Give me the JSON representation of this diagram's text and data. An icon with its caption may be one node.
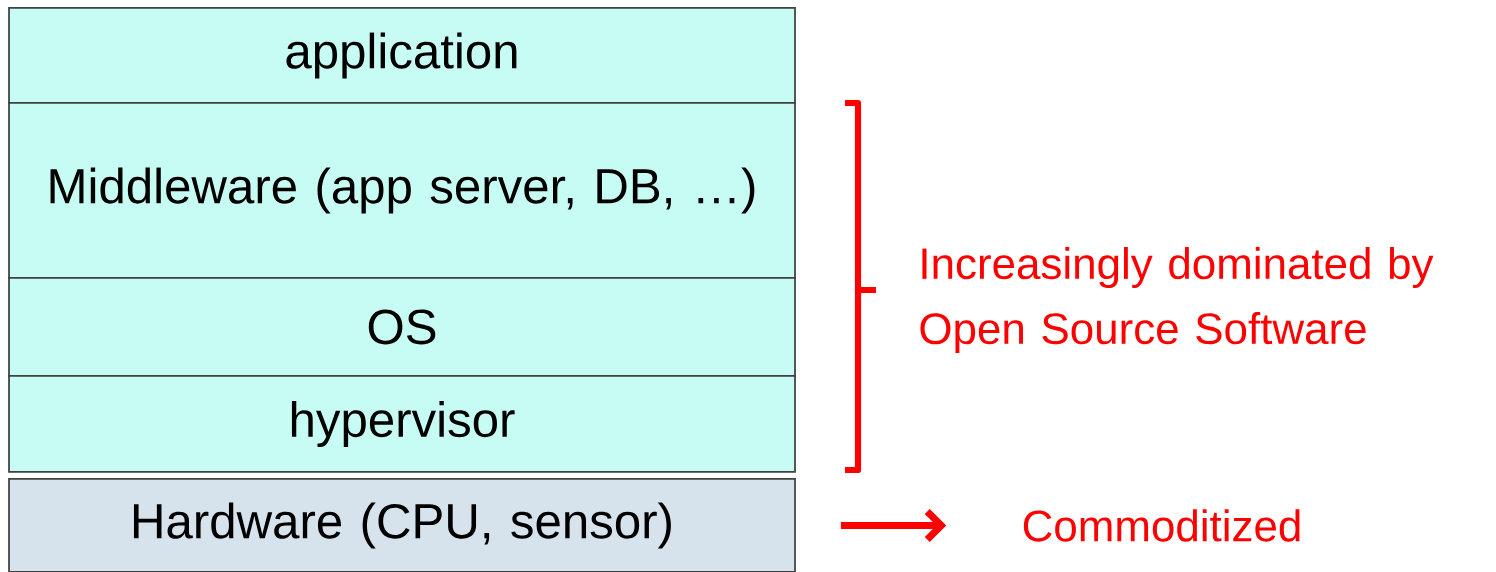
{
  "diagram": {
    "nodes": [
      {
        "text": [
          "application"
        ]
      },
      {
        "text": [
          "Middleware (app server, DB, …)"
        ]
      },
      {
        "text": [
          "OS"
        ]
      },
      {
        "text": [
          "hypervisor"
        ]
      },
      {
        "text": [
          "Hardware (CPU, sensor)"
        ]
      },
      {
        "text": [
          "Commoditized"
        ]
      }
    ],
    "edges": [
      {
        "from": 4,
        "to": 5,
        "arrow": "to"
      }
    ],
    "labels": [
      "Increasingly dominated by Open Source Software"
    ]
  }
}
